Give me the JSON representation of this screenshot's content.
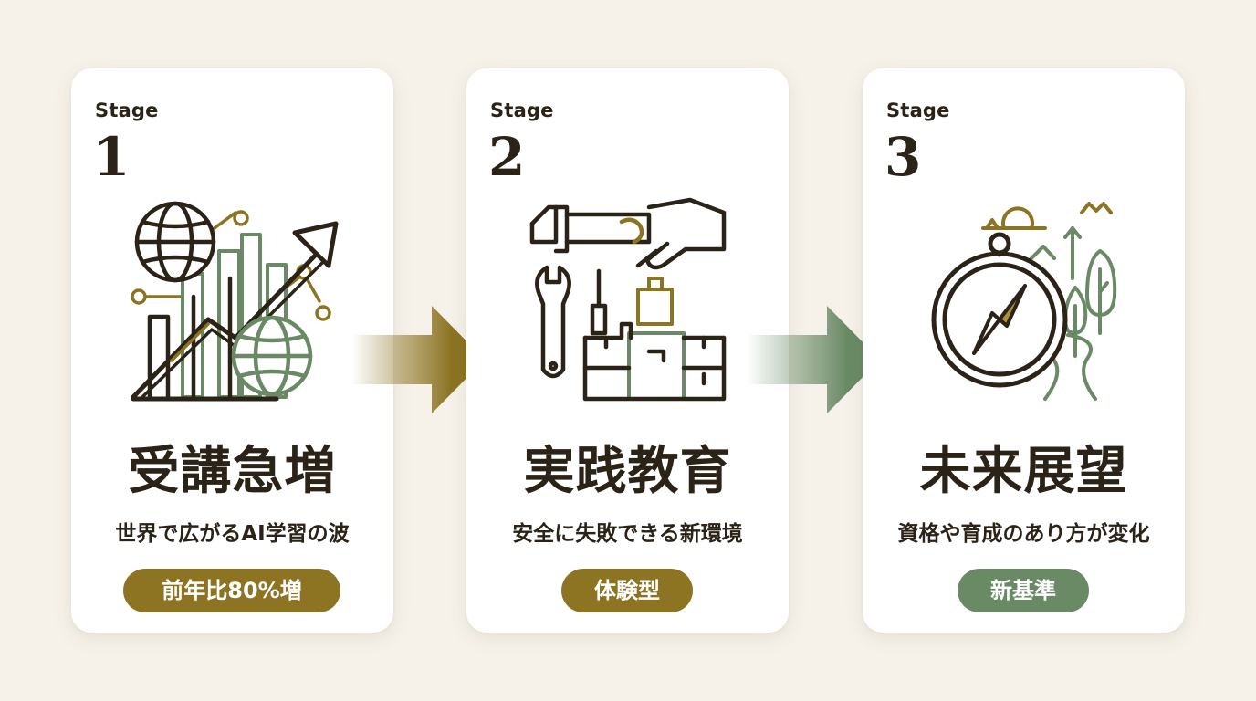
{
  "colors": {
    "background": "#f6f2ea",
    "card": "#ffffff",
    "ink": "#2b2317",
    "gold": "#8c7423",
    "sage": "#6a8a66"
  },
  "stages": [
    {
      "label": "Stage",
      "number": "1",
      "icon": "growth-chart-globe-icon",
      "title": "受講急増",
      "subtitle": "世界で広がるAI学習の波",
      "badge": "前年比80%増"
    },
    {
      "label": "Stage",
      "number": "2",
      "icon": "tools-handshake-blocks-icon",
      "title": "実践教育",
      "subtitle": "安全に失敗できる新環境",
      "badge": "体験型"
    },
    {
      "label": "Stage",
      "number": "3",
      "icon": "compass-path-trees-icon",
      "title": "未来展望",
      "subtitle": "資格や育成のあり方が変化",
      "badge": "新基準"
    }
  ]
}
